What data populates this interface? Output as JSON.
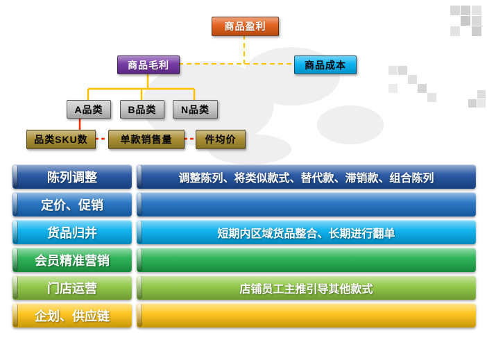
{
  "tree": {
    "root": {
      "label": "商品盈利",
      "color": "#E25A14"
    },
    "gross": {
      "label": "商品毛利",
      "color": "#7030A0"
    },
    "cost": {
      "label": "商品成本",
      "color": "#00B0F0"
    },
    "categories": [
      {
        "label": "A品类",
        "color": "#C6C6C6"
      },
      {
        "label": "B品类",
        "color": "#C6C6C6"
      },
      {
        "label": "N品类",
        "color": "#C6C6C6"
      }
    ],
    "metrics": [
      {
        "label": "品类SKU数",
        "color": "#A68B2C"
      },
      {
        "label": "单款销售量",
        "color": "#A68B2C"
      },
      {
        "label": "件均价",
        "color": "#A68B2C"
      }
    ]
  },
  "connectors": {
    "yellow": "#FFC000",
    "red": "#FF2A00"
  },
  "bars": [
    {
      "label": "陈列调整",
      "content": "调整陈列、将类似款式、替代款、滞销款、组合陈列",
      "color": "#1C4E9E"
    },
    {
      "label": "定价、促销",
      "content": "",
      "color": "#1B6EC2"
    },
    {
      "label": "货品归并",
      "content": "短期内区域货品整合、长期进行翻单",
      "color": "#00AEEF"
    },
    {
      "label": "会员精准营销",
      "content": "",
      "color": "#1FAF4B"
    },
    {
      "label": "门店运营",
      "content": "店铺员工主推引导其他款式",
      "color": "#8CC63F"
    },
    {
      "label": "企划、供应链",
      "content": "",
      "color": "#FFC20E"
    }
  ]
}
